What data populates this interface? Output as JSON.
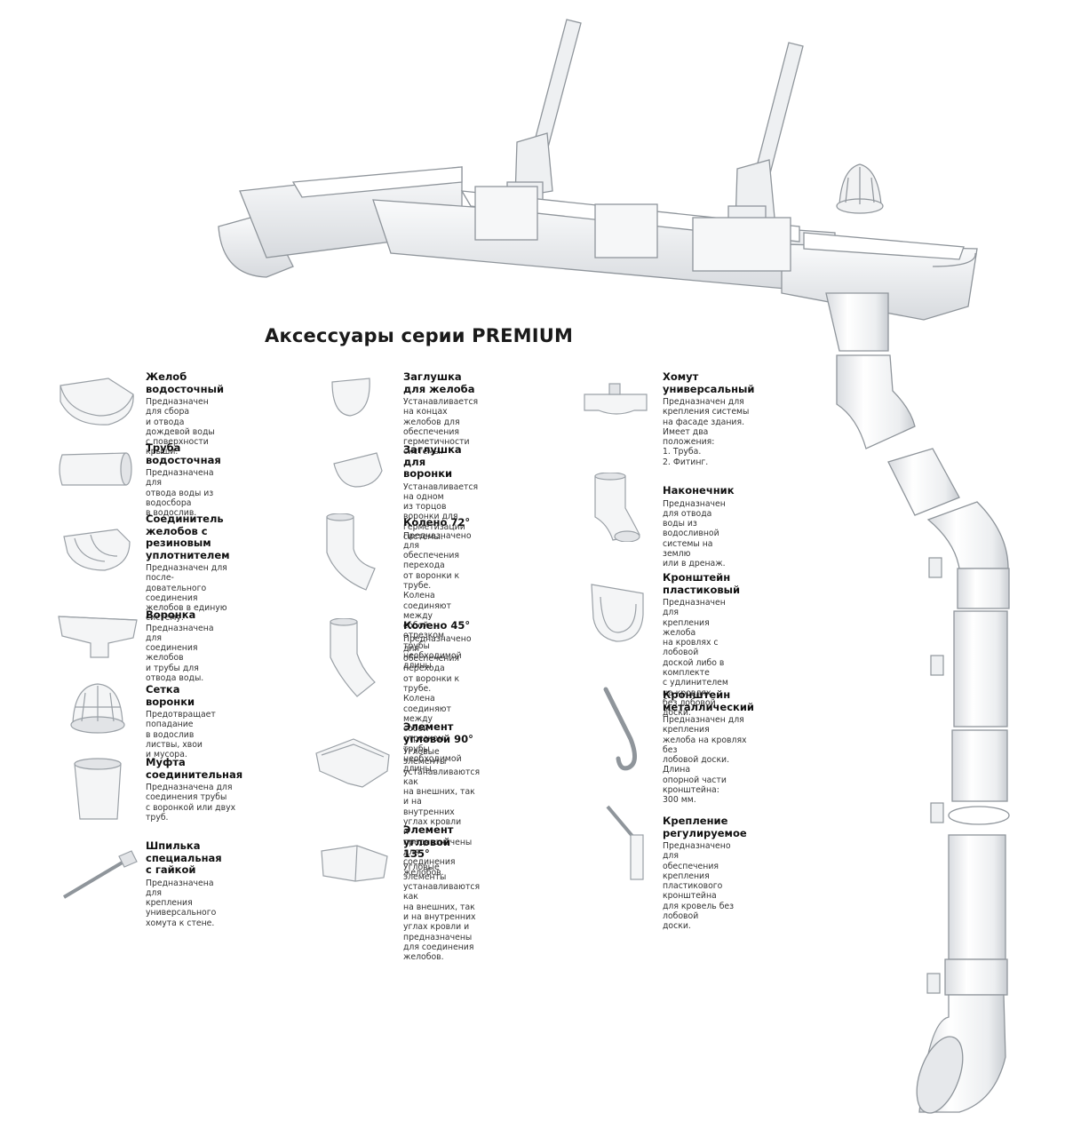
{
  "title": "Аксессуары серии PREMIUM",
  "columns": [
    {
      "items": [
        {
          "name": "Желоб водосточный",
          "desc": "Предназначен для сбора\nи отвода дождевой воды\nс поверхности крыши.",
          "icon": "gutter-icon"
        },
        {
          "name": "Труба водосточная",
          "desc": "Предназначена для\nотвода воды из водосбора\nв водослив.",
          "icon": "pipe-icon"
        },
        {
          "name": "Соединитель\nжелобов с резиновым\nуплотнителем",
          "desc": "Предназначен для после-\nдовательного соединения\nжелобов в единую систему.",
          "icon": "gutter-connector-icon"
        },
        {
          "name": "Воронка",
          "desc": "Предназначена для\nсоединения желобов\nи трубы для отвода воды.",
          "icon": "funnel-icon"
        },
        {
          "name": "Сетка воронки",
          "desc": "Предотвращает попадание\nв водослив листвы, хвои\nи мусора.",
          "icon": "funnel-grid-icon"
        },
        {
          "name": "Муфта\nсоединительная",
          "desc": "Предназначена для\nсоединения трубы\nс воронкой или двух труб.",
          "icon": "coupling-icon"
        },
        {
          "name": "Шпилька\nспециальная с гайкой",
          "desc": "Предназначена для\nкрепления универсального\nхомута к стене.",
          "icon": "stud-bolt-icon"
        }
      ]
    },
    {
      "items": [
        {
          "name": "Заглушка для желоба",
          "desc": "Устанавливается на концах\nжелобов для обеспечения\nгерметичности системы.",
          "icon": "gutter-end-cap-icon"
        },
        {
          "name": "Заглушка для воронки",
          "desc": "Устанавливается на одном\nиз торцов воронки для\nгерметизации системы.",
          "icon": "funnel-end-cap-icon"
        },
        {
          "name": "Колено 72°",
          "desc": "Предназначено для\nобеспечения перехода\nот воронки к трубе.\nКолена соединяют между\nсобой отрезком трубы\nнеобходимой длины.",
          "icon": "elbow-72-icon"
        },
        {
          "name": "Колено 45°",
          "desc": "Предназначено для\nобеспечения перехода\nот воронки к трубе.\nКолена соединяют между\nсобой отрезком трубы\nнеобходимой длины.",
          "icon": "elbow-45-icon"
        },
        {
          "name": "Элемент угловой 90°",
          "desc": "Угловые элементы\nустанавливаются как\nна внешних, так и на\nвнутренних углах кровли\nи предназначены для\nсоединения желобов.",
          "icon": "corner-90-icon"
        },
        {
          "name": "Элемент угловой 135°",
          "desc": "Угловые элементы\nустанавливаются как\nна внешних, так и на внутренних\nуглах кровли и предназначены\nдля соединения желобов.",
          "icon": "corner-135-icon"
        }
      ]
    },
    {
      "items": [
        {
          "name": "Хомут\nуниверсальный",
          "desc": "Предназначен для\nкрепления системы\nна фасаде здания.\nИмеет два положения:\n1. Труба.\n2. Фитинг.",
          "icon": "pipe-clamp-icon"
        },
        {
          "name": "Наконечник",
          "desc": "Предназначен для отвода\nводы из водосливной\nсистемы на землю\nили в дренаж.",
          "icon": "outlet-tip-icon"
        },
        {
          "name": "Кронштейн\nпластиковый",
          "desc": "Предназначен для\nкрепления желоба\nна кровлях с лобовой\nдоской либо в комплекте\nс удлинителем на кровлях\nбез лобовой доски.",
          "icon": "plastic-bracket-icon"
        },
        {
          "name": "Кронштейн\nметаллический",
          "desc": "Предназначен для крепления\nжелоба на кровлях без\nлобовой доски. Длина\nопорной части кронштейна:\n300 мм.",
          "icon": "metal-bracket-icon"
        },
        {
          "name": "Крепление\nрегулируемое",
          "desc": "Предназначено для\nобеспечения крепления\nпластикового кронштейна\nдля кровель без лобовой\nдоски.",
          "icon": "adjustable-mount-icon"
        }
      ]
    }
  ]
}
